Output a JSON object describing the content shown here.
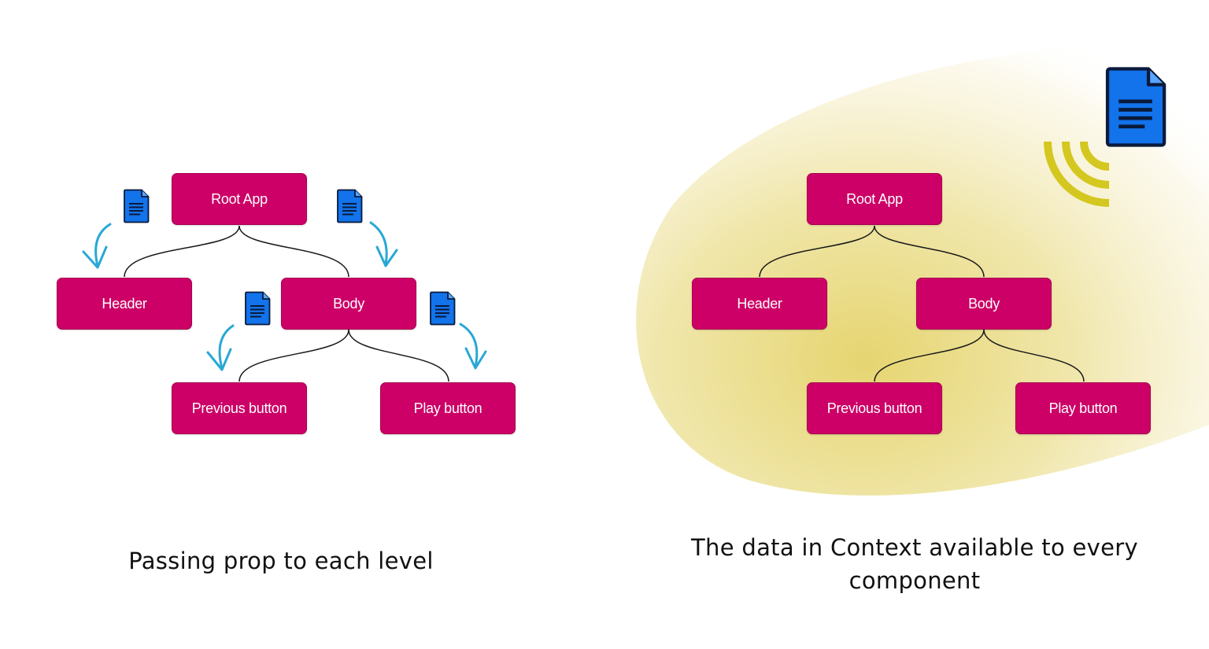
{
  "left_diagram": {
    "nodes": {
      "root": "Root App",
      "header": "Header",
      "body": "Body",
      "previous": "Previous button",
      "play": "Play button"
    },
    "caption": "Passing prop to each level"
  },
  "right_diagram": {
    "nodes": {
      "root": "Root App",
      "header": "Header",
      "body": "Body",
      "previous": "Previous button",
      "play": "Play button"
    },
    "caption": "The data in Context available to every component"
  },
  "colors": {
    "node_fill": "#cc0066",
    "arrow": "#29a8d6",
    "document_icon": "#1273eb",
    "broadcast_waves": "#d4c71f",
    "context_glow": "#ede199"
  },
  "icons": [
    "document-icon",
    "curved-arrow-icon",
    "broadcast-waves-icon"
  ]
}
